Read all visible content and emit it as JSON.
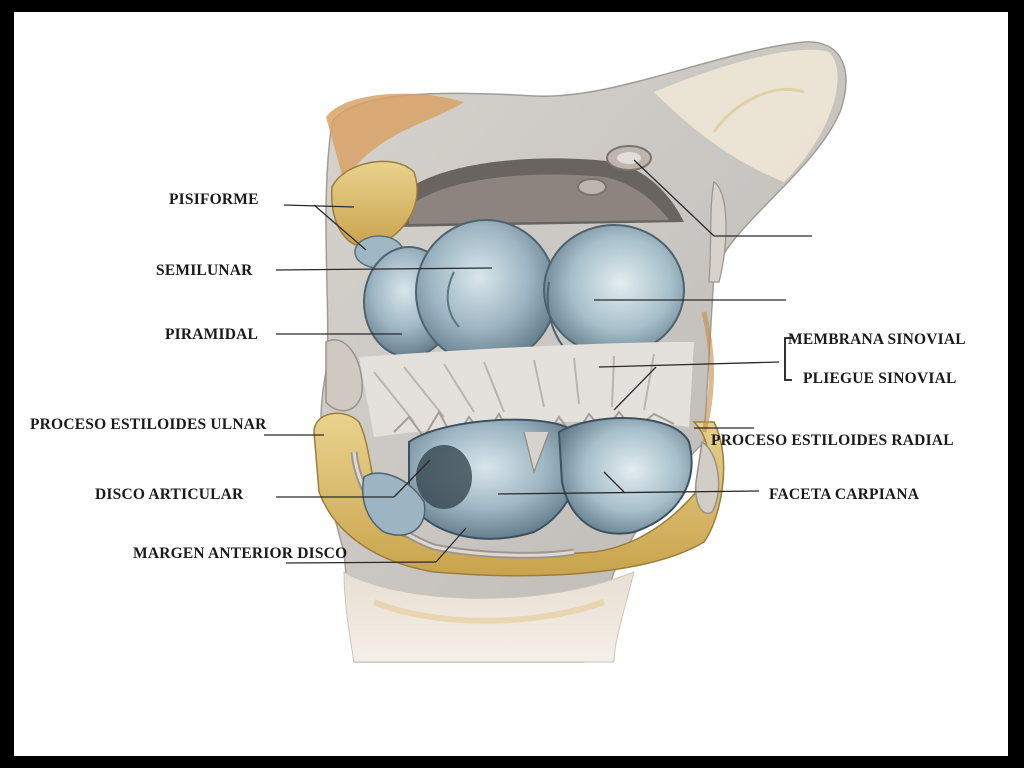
{
  "figure": {
    "labels": {
      "pisiforme": "PISIFORME",
      "semilunar": "SEMILUNAR",
      "piramidal": "PIRAMIDAL",
      "proceso_estiloides_ulnar": "PROCESO ESTILOIDES ULNAR",
      "disco_articular": "DISCO ARTICULAR",
      "margen_anterior_disco": "MARGEN ANTERIOR DISCO",
      "membrana_sinovial": "MEMBRANA SINOVIAL",
      "pliegue_sinovial": "PLIEGUE SINOVIAL",
      "proceso_estiloides_radial": "PROCESO ESTILOIDES RADIAL",
      "faceta_carpiana": "FACETA CARPIANA"
    }
  }
}
